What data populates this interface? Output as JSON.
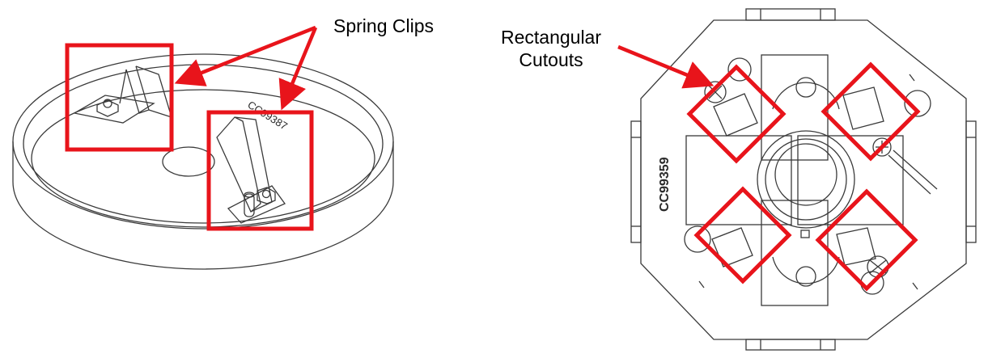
{
  "callouts": {
    "spring_clips": "Spring Clips",
    "rectangular_cutouts_line1": "Rectangular",
    "rectangular_cutouts_line2": "Cutouts"
  },
  "part_labels": {
    "left_part_number": "CC99387",
    "right_part_number": "CC99359"
  },
  "colors": {
    "highlight": "#e8141b",
    "drawing_line": "#3a3a3a",
    "background": "#ffffff"
  }
}
